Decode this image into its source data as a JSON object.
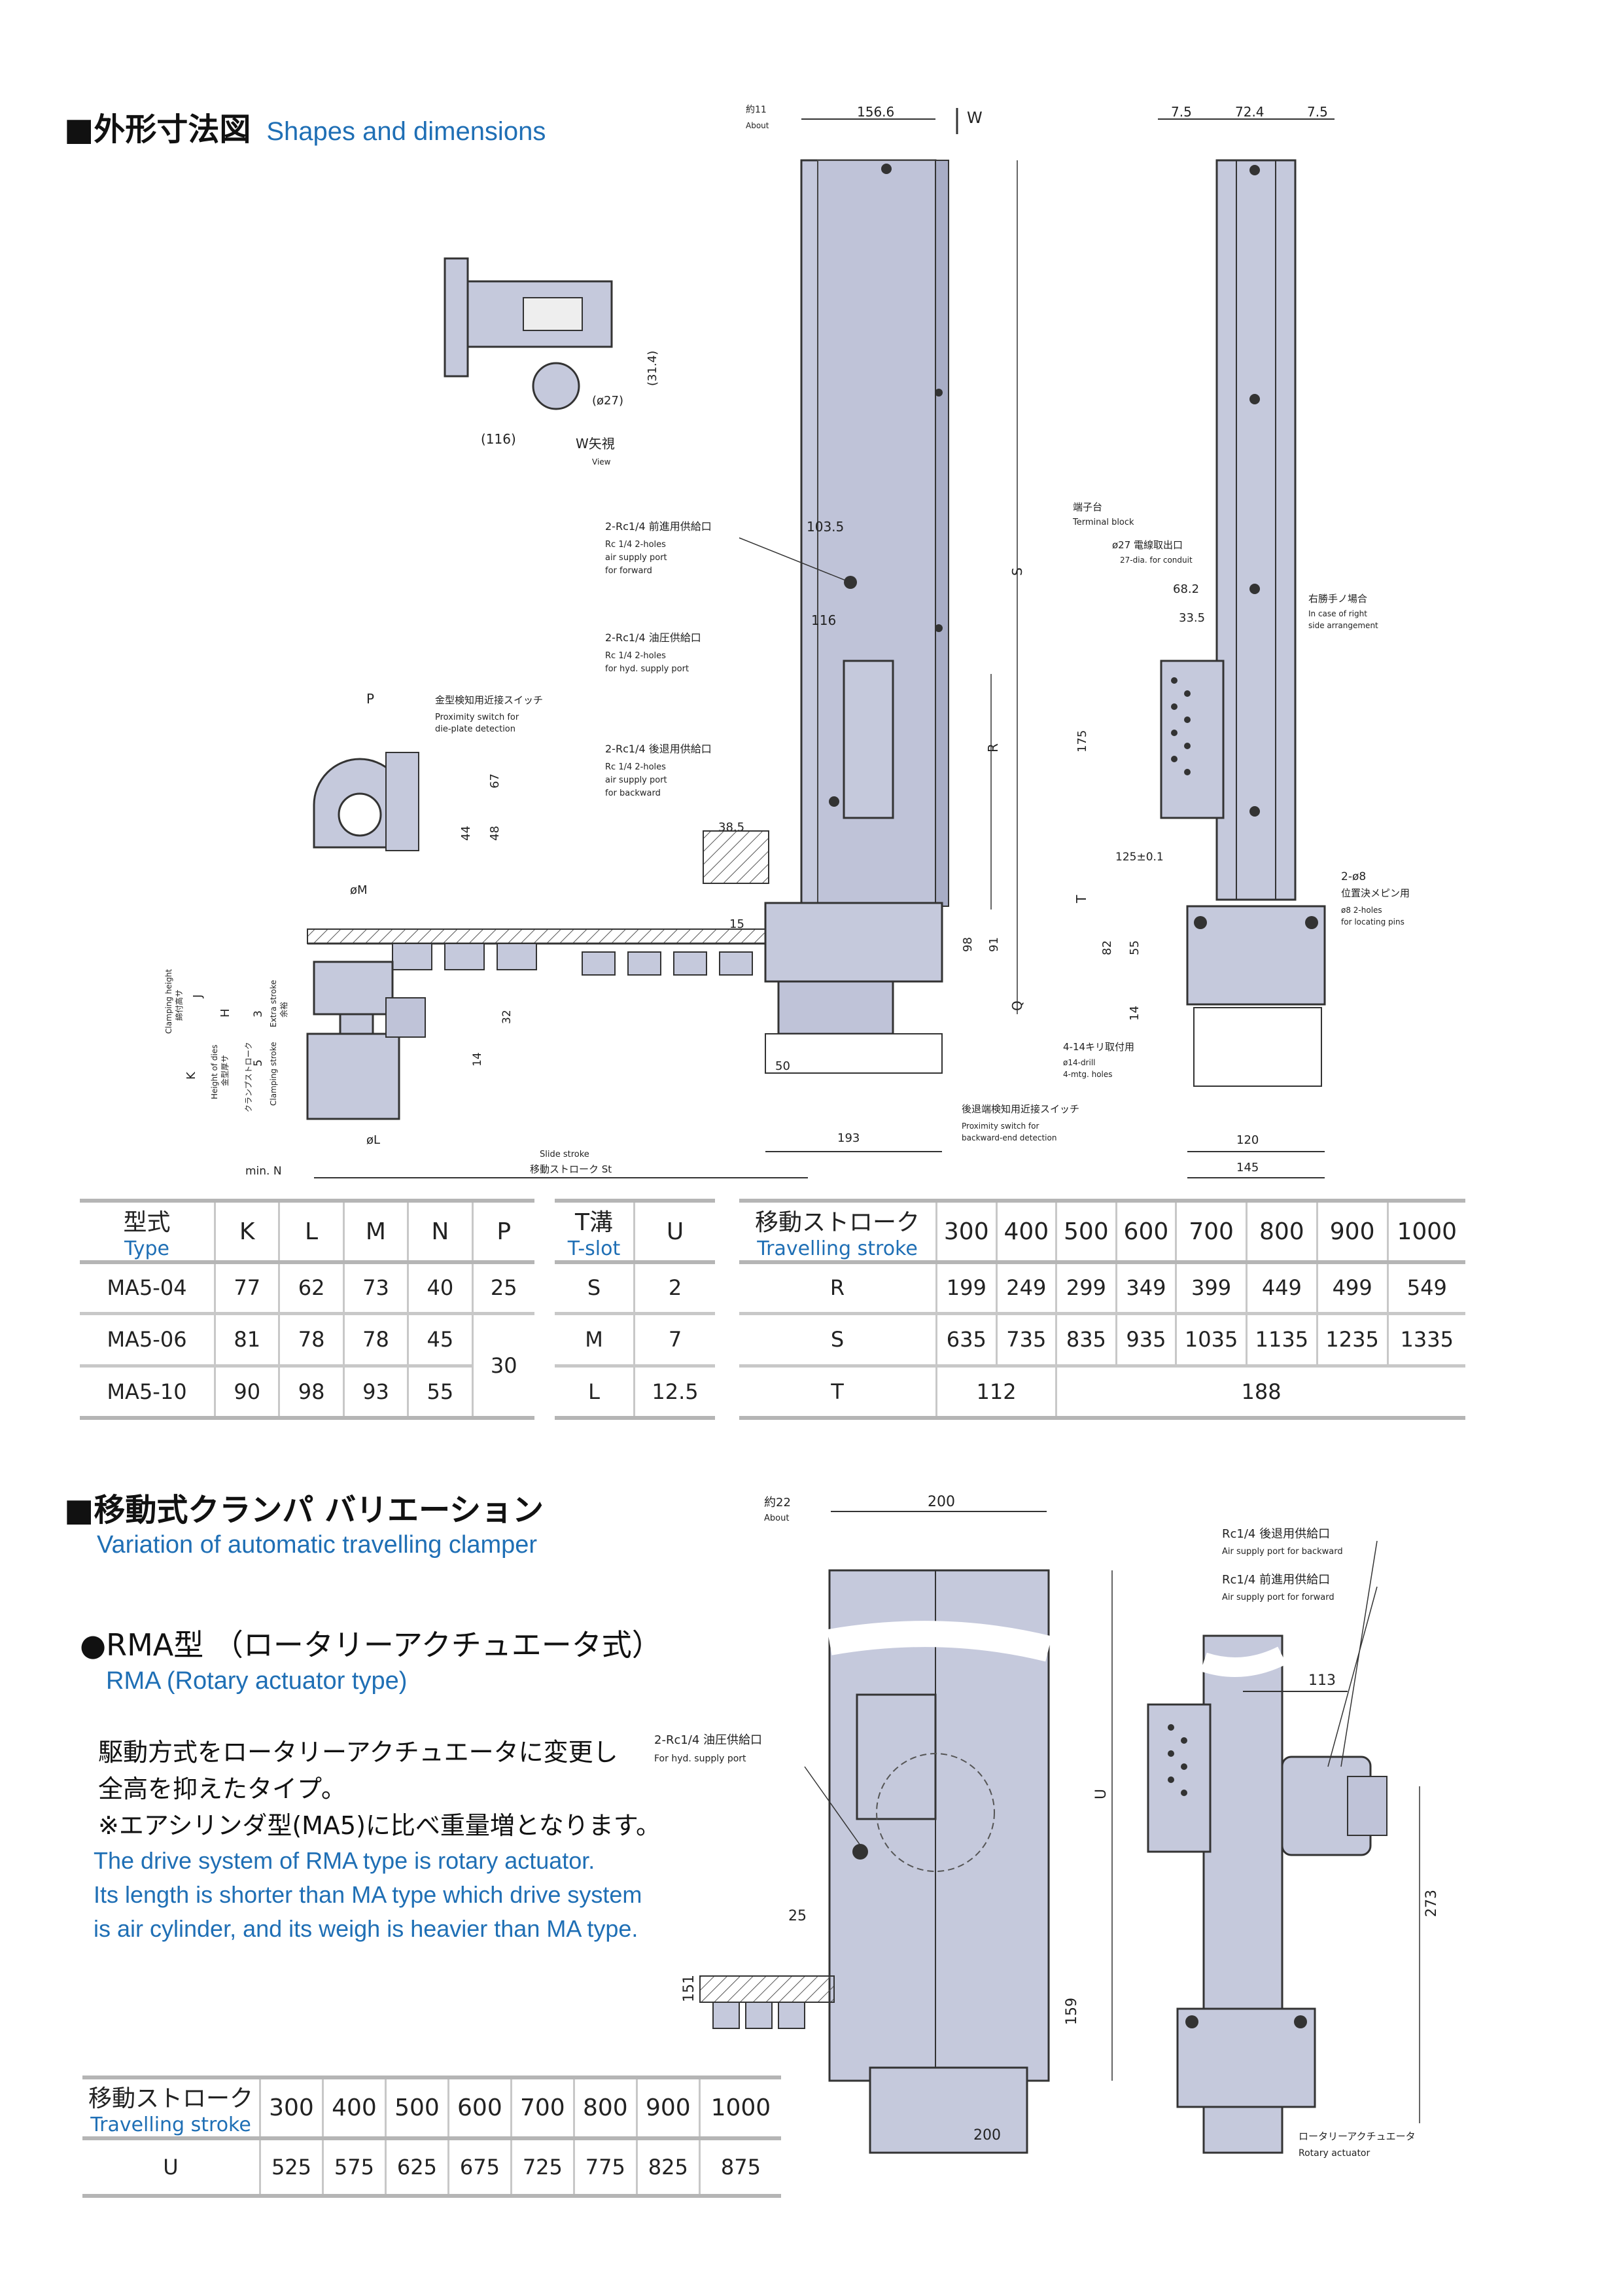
{
  "section1": {
    "title_jp": "■外形寸法図",
    "title_en": "Shapes and dimensions"
  },
  "drawing1": {
    "dims_top": [
      "約11",
      "About",
      "156.6",
      "W",
      "7.5",
      "72.4",
      "7.5"
    ],
    "w_view": [
      "(116)",
      "W矢視",
      "View",
      "(31.4)",
      "(ø27)"
    ],
    "air_fwd": [
      "2-Rc1/4 前進用供給口",
      "Rc 1/4 2-holes",
      "air supply port",
      "for forward",
      "103.5"
    ],
    "hyd": [
      "2-Rc1/4 油圧供給口",
      "Rc 1/4 2-holes",
      "for hyd. supply port",
      "116"
    ],
    "air_bwd": [
      "2-Rc1/4 後退用供給口",
      "Rc 1/4 2-holes",
      "air supply port",
      "for backward"
    ],
    "prox_die": [
      "金型検知用近接スイッチ",
      "Proximity switch for",
      "die-plate detection",
      "P",
      "67",
      "48",
      "44"
    ],
    "terminal": [
      "端子台",
      "Terminal block",
      "ø27 電線取出口",
      "27-dia. for conduit",
      "68.2",
      "33.5",
      "右勝手ノ場合",
      "In case of right",
      "side arrangement",
      "175"
    ],
    "letters": [
      "S",
      "R",
      "T",
      "Q",
      "J",
      "H",
      "K"
    ],
    "misc_dims": [
      "38.5",
      "15",
      "98",
      "91",
      "125±0.1",
      "82",
      "55",
      "14",
      "2-ø8",
      "位置決メピン用",
      "ø8 2-holes",
      "for locating pins",
      "4-14キリ取付用",
      "ø14-drill",
      "4-mtg. holes",
      "50",
      "193",
      "120",
      "145",
      "32",
      "14",
      "3",
      "5",
      "øM",
      "øL",
      "min. N",
      "Slide stroke",
      "移動ストローク St"
    ],
    "prox_bwd": [
      "後退端検知用近接スイッチ",
      "Proximity switch for",
      "backward-end detection"
    ],
    "side_labels": [
      "Clamping height",
      "締付高サ",
      "Height of dies",
      "金型厚サ",
      "Extra stroke",
      "余裕",
      "Clamping stroke",
      "クランプストローク"
    ]
  },
  "table_type": {
    "headers": [
      {
        "jp": "型式",
        "en": "Type"
      },
      "K",
      "L",
      "M",
      "N",
      "P"
    ],
    "rows": [
      [
        "MA5-04",
        "77",
        "62",
        "73",
        "40",
        "25"
      ],
      [
        "MA5-06",
        "81",
        "78",
        "78",
        "45",
        "30"
      ],
      [
        "MA5-10",
        "90",
        "98",
        "93",
        "55",
        ""
      ]
    ]
  },
  "table_tslot": {
    "headers": [
      {
        "jp": "T溝",
        "en": "T-slot"
      },
      "U"
    ],
    "rows": [
      [
        "S",
        "2"
      ],
      [
        "M",
        "7"
      ],
      [
        "L",
        "12.5"
      ]
    ]
  },
  "table_stroke": {
    "header": {
      "jp": "移動ストローク",
      "en": "Travelling stroke"
    },
    "strokes": [
      "300",
      "400",
      "500",
      "600",
      "700",
      "800",
      "900",
      "1000"
    ],
    "R": [
      "199",
      "249",
      "299",
      "349",
      "399",
      "449",
      "499",
      "549"
    ],
    "S": [
      "635",
      "735",
      "835",
      "935",
      "1035",
      "1135",
      "1235",
      "1335"
    ],
    "T": [
      "112",
      "188"
    ],
    "row_labels": [
      "R",
      "S",
      "T"
    ]
  },
  "section2": {
    "title_jp": "■移動式クランパ バリエーション",
    "subtitle_en": "Variation of automatic travelling clamper",
    "rma_title": "●RMA型 （ロータリーアクチュエータ式）",
    "rma_en": "RMA (Rotary actuator type)",
    "desc_jp": [
      "駆動方式をロータリーアクチュエータに変更し",
      "全高を抑えたタイプ。",
      "※エアシリンダ型(MA5)に比べ重量増となります。"
    ],
    "desc_en": [
      "The drive system of RMA type is rotary actuator.",
      "Its length is shorter than MA type which drive system",
      "is air cylinder, and its weigh is heavier than MA type."
    ]
  },
  "drawing2": {
    "dims": [
      "約22",
      "About",
      "200",
      "U",
      "2-Rc1/4 油圧供給口",
      "For hyd. supply port",
      "25",
      "151",
      "159",
      "200"
    ],
    "right": [
      "Rc1/4 後退用供給口",
      "Air supply port for backward",
      "Rc1/4 前進用供給口",
      "Air supply port for forward",
      "113",
      "273",
      "ロータリーアクチュエータ",
      "Rotary actuator"
    ]
  },
  "table_u": {
    "header": {
      "jp": "移動ストローク",
      "en": "Travelling stroke"
    },
    "strokes": [
      "300",
      "400",
      "500",
      "600",
      "700",
      "800",
      "900",
      "1000"
    ],
    "label": "U",
    "values": [
      "525",
      "575",
      "625",
      "675",
      "725",
      "775",
      "825",
      "875"
    ]
  },
  "colors": {
    "body": "#c5c9dc",
    "body_dark": "#a8adc6",
    "blue_text": "#1f6fb5",
    "rule": "#b5b5b5"
  }
}
